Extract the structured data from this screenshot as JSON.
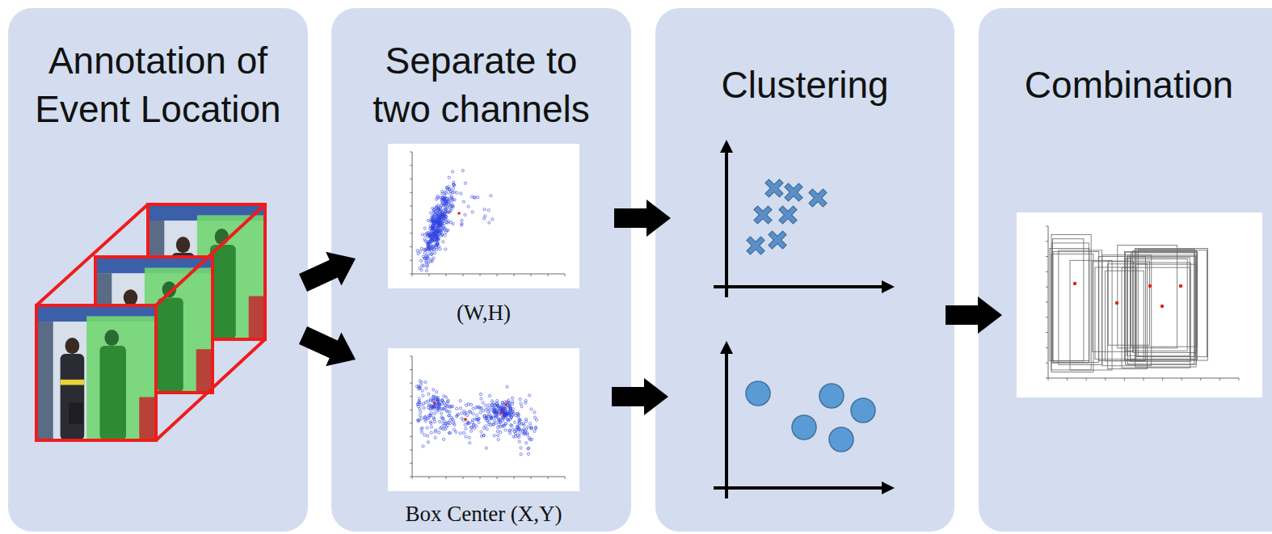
{
  "diagram": {
    "nodes": [
      {
        "text": [
          "Annotation of Event Location"
        ]
      },
      {
        "text": [
          "Separate to two channels"
        ]
      },
      {
        "text": [
          "(W,H)"
        ],
        "in": 1
      },
      {
        "text": [
          "Box Center (X,Y)"
        ],
        "in": 1
      },
      {
        "text": [
          "Clustering"
        ]
      },
      {
        "text": [
          "Combination"
        ]
      }
    ],
    "edges": [
      {
        "from": 0,
        "to": 2,
        "arrow": "to"
      },
      {
        "from": 0,
        "to": 3,
        "arrow": "to"
      },
      {
        "from": 2,
        "to": 4,
        "arrow": "to"
      },
      {
        "from": 3,
        "to": 4,
        "arrow": "to"
      },
      {
        "from": 4,
        "to": 5,
        "arrow": "to"
      }
    ]
  }
}
